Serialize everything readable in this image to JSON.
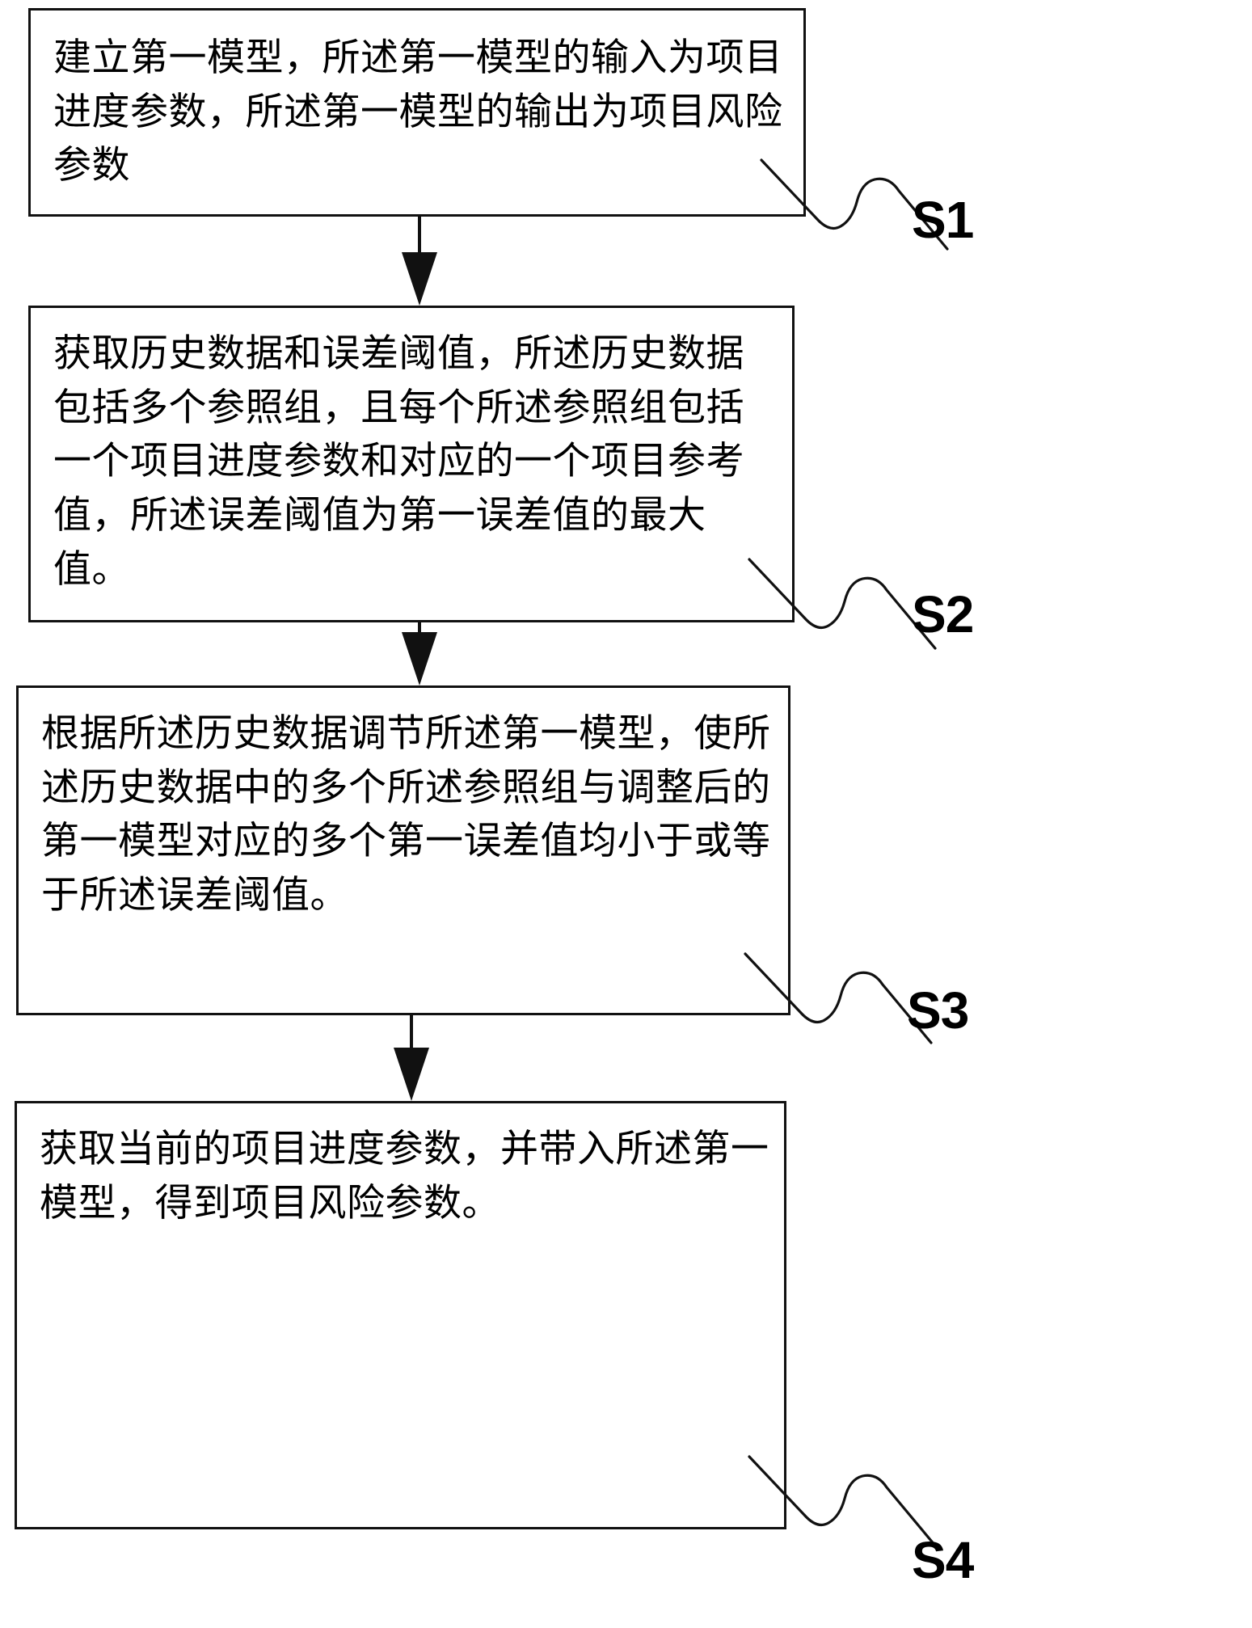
{
  "diagram": {
    "type": "flowchart",
    "orientation": "vertical",
    "connector_style": "solid-line-with-filled-triangle-arrowhead",
    "leader_style": "wavy-squiggle-leader-line",
    "colors": {
      "background": "#ffffff",
      "stroke": "#111111",
      "text": "#000000"
    },
    "steps": [
      {
        "id": "S1",
        "label": "S1",
        "text": "建立第一模型，所述第一模型的输入为项目进度参数，所述第一模型的输出为项目风险参数"
      },
      {
        "id": "S2",
        "label": "S2",
        "text": "获取历史数据和误差阈值，所述历史数据包括多个参照组，且每个所述参照组包括一个项目进度参数和对应的一个项目参考值，所述误差阈值为第一误差值的最大值。"
      },
      {
        "id": "S3",
        "label": "S3",
        "text": "根据所述历史数据调节所述第一模型，使所述历史数据中的多个所述参照组与调整后的第一模型对应的多个第一误差值均小于或等于所述误差阈值。"
      },
      {
        "id": "S4",
        "label": "S4",
        "text": "获取当前的项目进度参数，并带入所述第一模型，得到项目风险参数。"
      }
    ]
  }
}
